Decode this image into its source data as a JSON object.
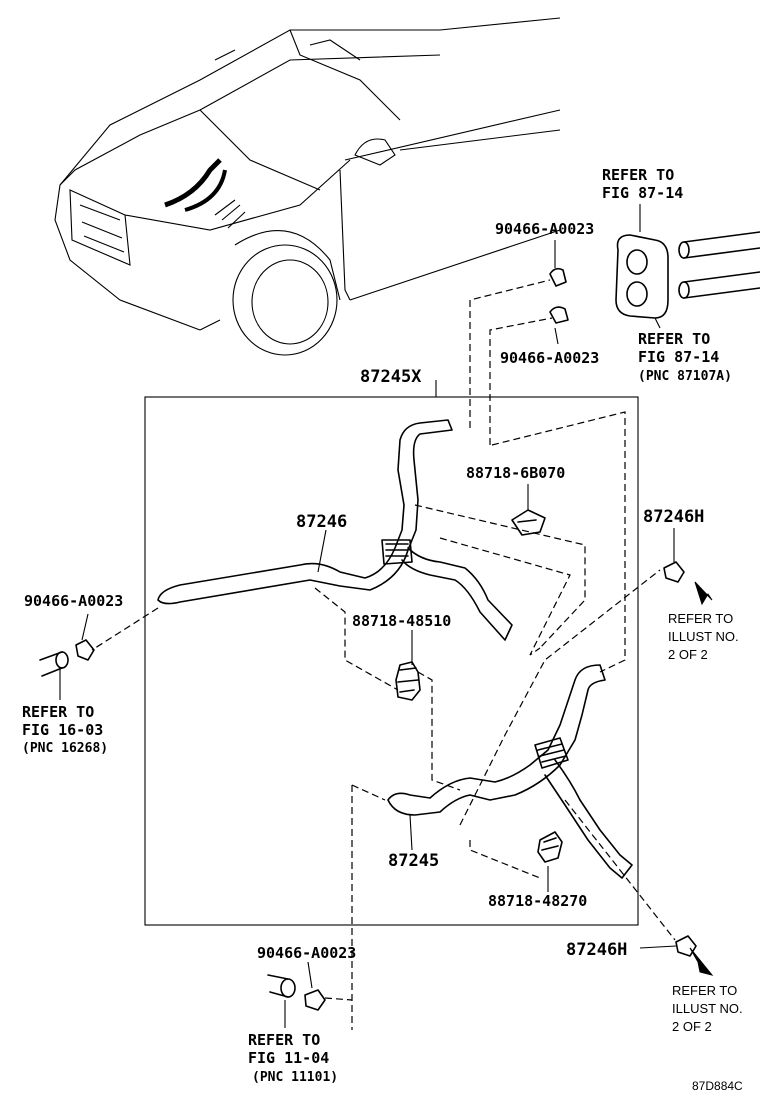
{
  "labels": {
    "main_assembly": "87245X",
    "hose_upper": "87246",
    "hose_lower": "87245",
    "hose_branch_right": "87246H",
    "hose_branch_bottom": "87246H",
    "clip_top_1": "90466-A0023",
    "clip_top_2": "90466-A0023",
    "clip_left": "90466-A0023",
    "clip_bottom": "90466-A0023",
    "clamp_a": "88718-6B070",
    "clamp_b": "88718-48510",
    "clamp_c": "88718-48270",
    "ref_top_1": "REFER TO",
    "ref_top_1b": "FIG 87-14",
    "ref_top_2": "REFER TO",
    "ref_top_2b": "FIG 87-14",
    "ref_top_2c": "(PNC 87107A)",
    "ref_left": "REFER TO",
    "ref_left_b": "FIG 16-03",
    "ref_left_c": "(PNC 16268)",
    "ref_bottom": "REFER TO",
    "ref_bottom_b": "FIG 11-04",
    "ref_bottom_c": "(PNC 11101)",
    "illust_right_1": "REFER TO",
    "illust_right_2": "ILLUST NO.",
    "illust_right_3": "2 OF 2",
    "illust_bottom_1": "REFER TO",
    "illust_bottom_2": "ILLUST NO.",
    "illust_bottom_3": "2 OF 2",
    "diagram_code": "87D884C"
  }
}
